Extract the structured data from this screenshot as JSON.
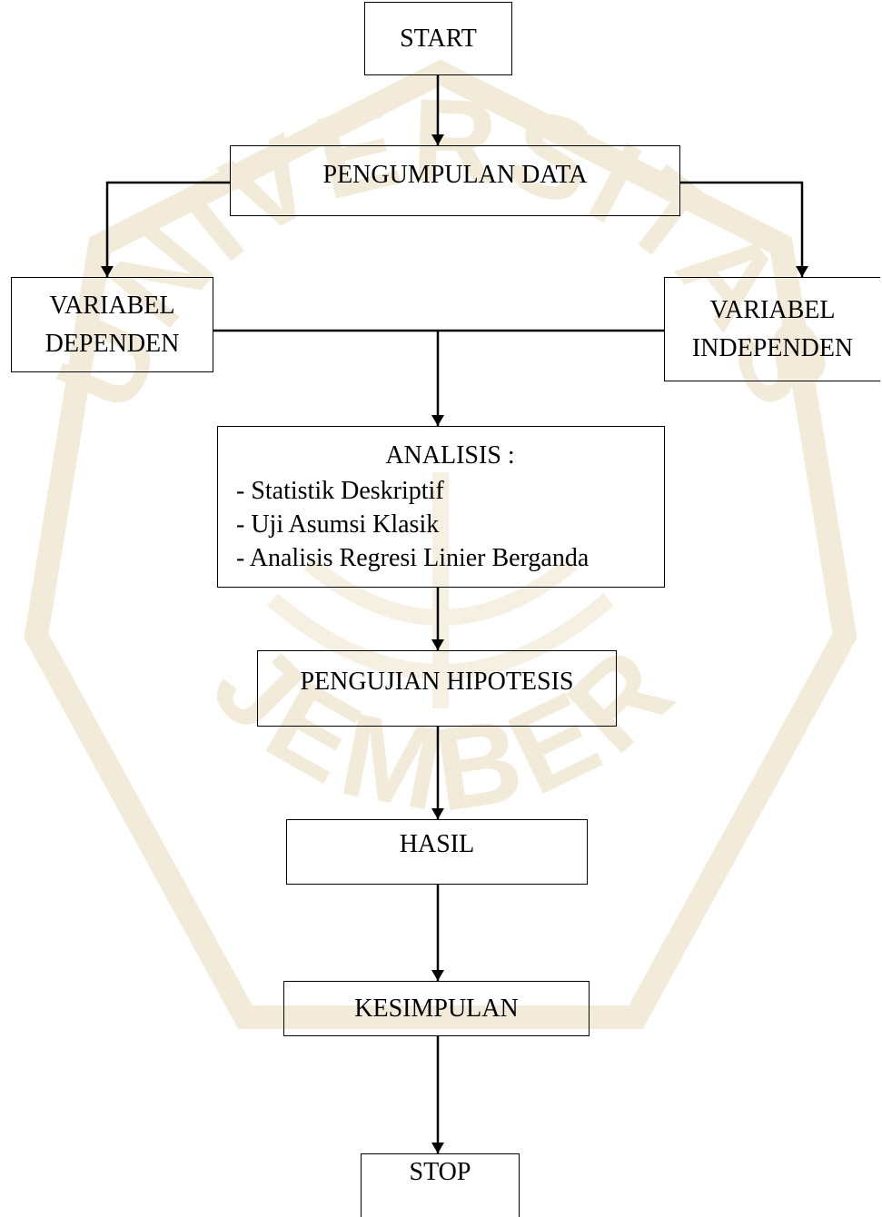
{
  "watermark": {
    "text": "UNIVERSITAS JEMBER",
    "top_arc": "UNIVERSITAS",
    "bottom_arc": "JEMBER",
    "color": "#f2ebd9"
  },
  "nodes": {
    "start": "START",
    "pengumpulan": "PENGUMPULAN DATA",
    "dependen": [
      "VARIABEL",
      "DEPENDEN"
    ],
    "independen": [
      "VARIABEL",
      "INDEPENDEN"
    ],
    "analisis": {
      "title": "ANALISIS :",
      "items": [
        "- Statistik Deskriptif",
        "- Uji Asumsi Klasik",
        "- Analisis Regresi Linier Berganda"
      ]
    },
    "hipotesis": "PENGUJIAN HIPOTESIS",
    "hasil": "HASIL",
    "kesimpulan": "KESIMPULAN",
    "stop": "STOP"
  }
}
